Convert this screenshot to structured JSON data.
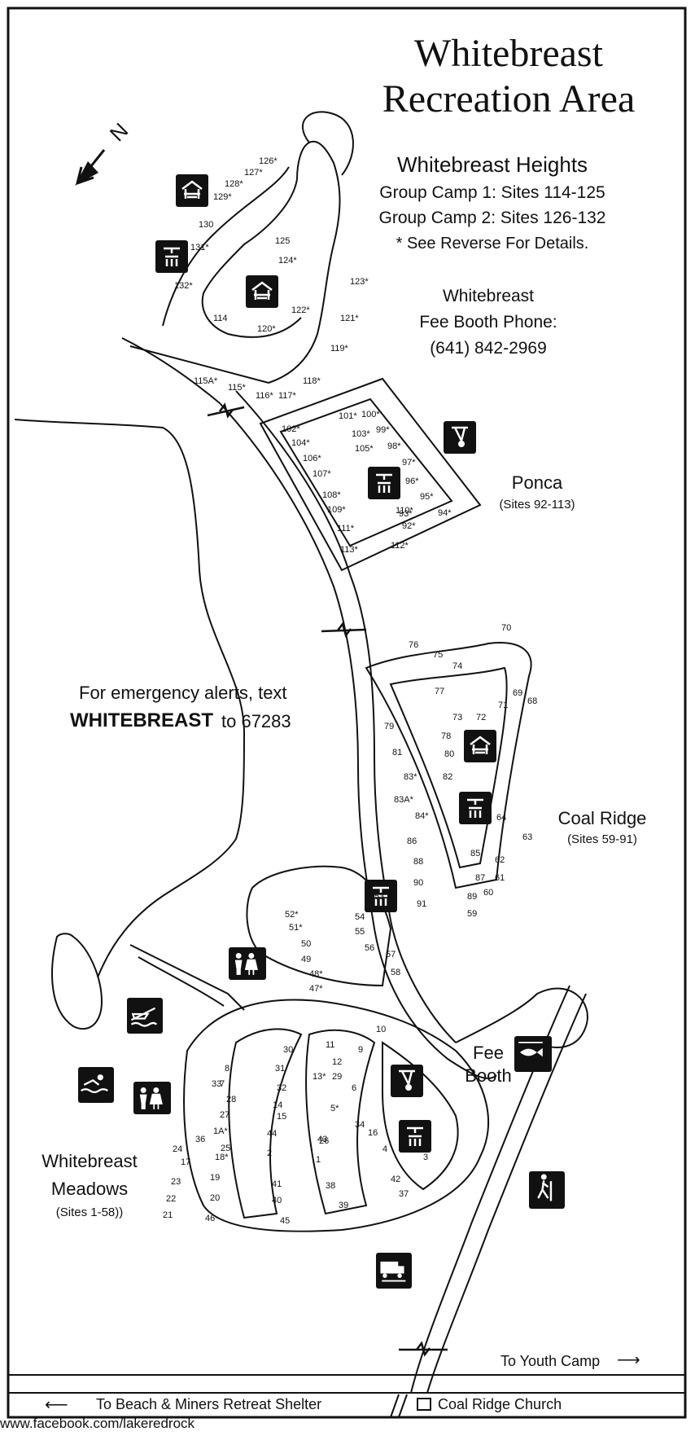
{
  "title": {
    "line1": "Whitebreast",
    "line2": "Recreation Area"
  },
  "compass": {
    "label": "N"
  },
  "heights": {
    "heading": "Whitebreast  Heights",
    "group1": "Group Camp 1: Sites 114-125",
    "group2": "Group Camp 2: Sites 126-132",
    "note": "* See Reverse For Details."
  },
  "fee_phone": {
    "line1": "Whitebreast",
    "line2": "Fee Booth Phone:",
    "line3": "(641) 842-2969"
  },
  "ponca": {
    "name": "Ponca",
    "range": "(Sites 92-113)"
  },
  "coal_ridge": {
    "name": "Coal Ridge",
    "range": "(Sites 59-91)"
  },
  "emergency": {
    "line1": "For emergency alerts, text",
    "keyword": "WHITEBREAST",
    "line2_rest": "to 67283"
  },
  "meadows": {
    "name1": "Whitebreast",
    "name2": "Meadows",
    "range": "(Sites 1-58))"
  },
  "fee_booth": {
    "line1": "Fee",
    "line2": "Booth"
  },
  "directions": {
    "youth_camp": "To Youth Camp",
    "beach": "To Beach & Miners Retreat Shelter",
    "church": "Coal Ridge Church"
  },
  "footer": {
    "url": "www.facebook.com/lakeredrock"
  },
  "icons": [
    "picnic-shelter-icon",
    "playground-icon",
    "shower-icon",
    "restroom-icon",
    "boat-ramp-icon",
    "swimming-icon",
    "fishing-icon",
    "hiking-trail-icon",
    "dump-station-icon"
  ],
  "sites": {
    "heights": [
      "126*",
      "127*",
      "128*",
      "129*",
      "130",
      "131*",
      "132*",
      "125",
      "124*",
      "123*",
      "122*",
      "121*",
      "120*",
      "119*",
      "118*",
      "117*",
      "116*",
      "115*",
      "115A*",
      "114"
    ],
    "ponca": [
      "101*",
      "100*",
      "99*",
      "102*",
      "103*",
      "98*",
      "104*",
      "105*",
      "97*",
      "106*",
      "96*",
      "107*",
      "95*",
      "108*",
      "94*",
      "109*",
      "93*",
      "110*",
      "92*",
      "111*",
      "112*",
      "113*"
    ],
    "coal_ridge": [
      "76",
      "75",
      "74",
      "70",
      "69",
      "68",
      "77",
      "73",
      "72",
      "71",
      "79",
      "78",
      "80",
      "81",
      "82",
      "83*",
      "83A*",
      "84*",
      "64",
      "63",
      "86",
      "85",
      "62",
      "88",
      "87",
      "61",
      "90",
      "89",
      "60",
      "91",
      "59"
    ],
    "meadows": [
      "53",
      "52*",
      "54",
      "51*",
      "55",
      "50",
      "56",
      "49",
      "57",
      "48*",
      "58",
      "47*",
      "10",
      "11",
      "9",
      "30",
      "12",
      "8",
      "31",
      "29",
      "13*",
      "7",
      "32",
      "28",
      "14",
      "6",
      "33",
      "27",
      "15",
      "5*",
      "34",
      "26",
      "16",
      "4",
      "3",
      "1A*",
      "44",
      "43",
      "36",
      "25",
      "24",
      "17",
      "18*",
      "2",
      "1",
      "42",
      "37",
      "23",
      "19",
      "41",
      "38",
      "22",
      "20",
      "40",
      "39",
      "21",
      "46",
      "45"
    ]
  }
}
